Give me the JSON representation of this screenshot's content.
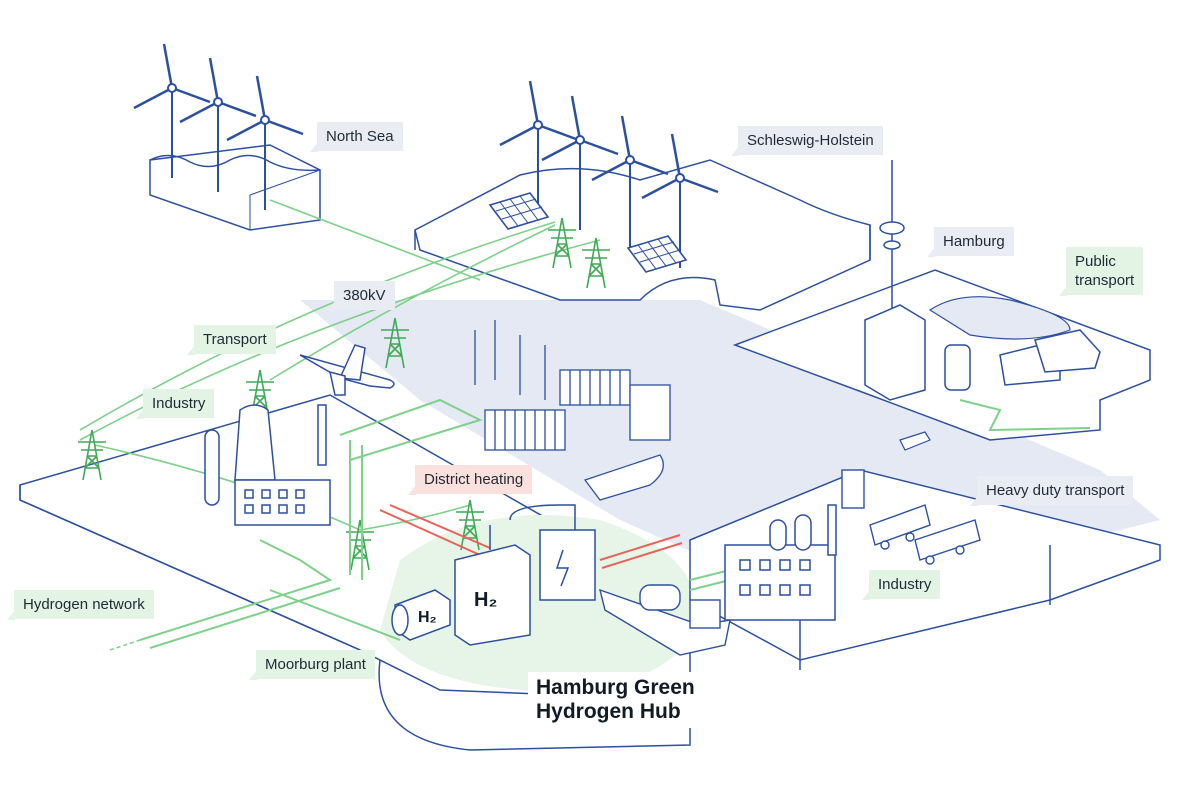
{
  "labels": {
    "north_sea": "North Sea",
    "schleswig_holstein": "Schleswig-Holstein",
    "hamburg": "Hamburg",
    "public_transport_line1": "Public",
    "public_transport_line2": "transport",
    "kv380": "380kV",
    "transport": "Transport",
    "industry_left": "Industry",
    "district_heating": "District heating",
    "heavy_duty_transport": "Heavy duty transport",
    "industry_right": "Industry",
    "hydrogen_network": "Hydrogen network",
    "moorburg_plant": "Moorburg plant",
    "hub_title_line1": "Hamburg Green",
    "hub_title_line2": "Hydrogen Hub",
    "h2_electrolyser": "H₂",
    "h2_tank": "H₂"
  },
  "colors": {
    "outline": "#2c4f9e",
    "green_line": "#7ed08a",
    "green_fill": "#e6f5e7",
    "red_line": "#e8625a",
    "water": "#e4e9f3",
    "label_grey": "#e9edf3",
    "label_green": "#e3f3e4",
    "label_red": "#fbe1de"
  }
}
